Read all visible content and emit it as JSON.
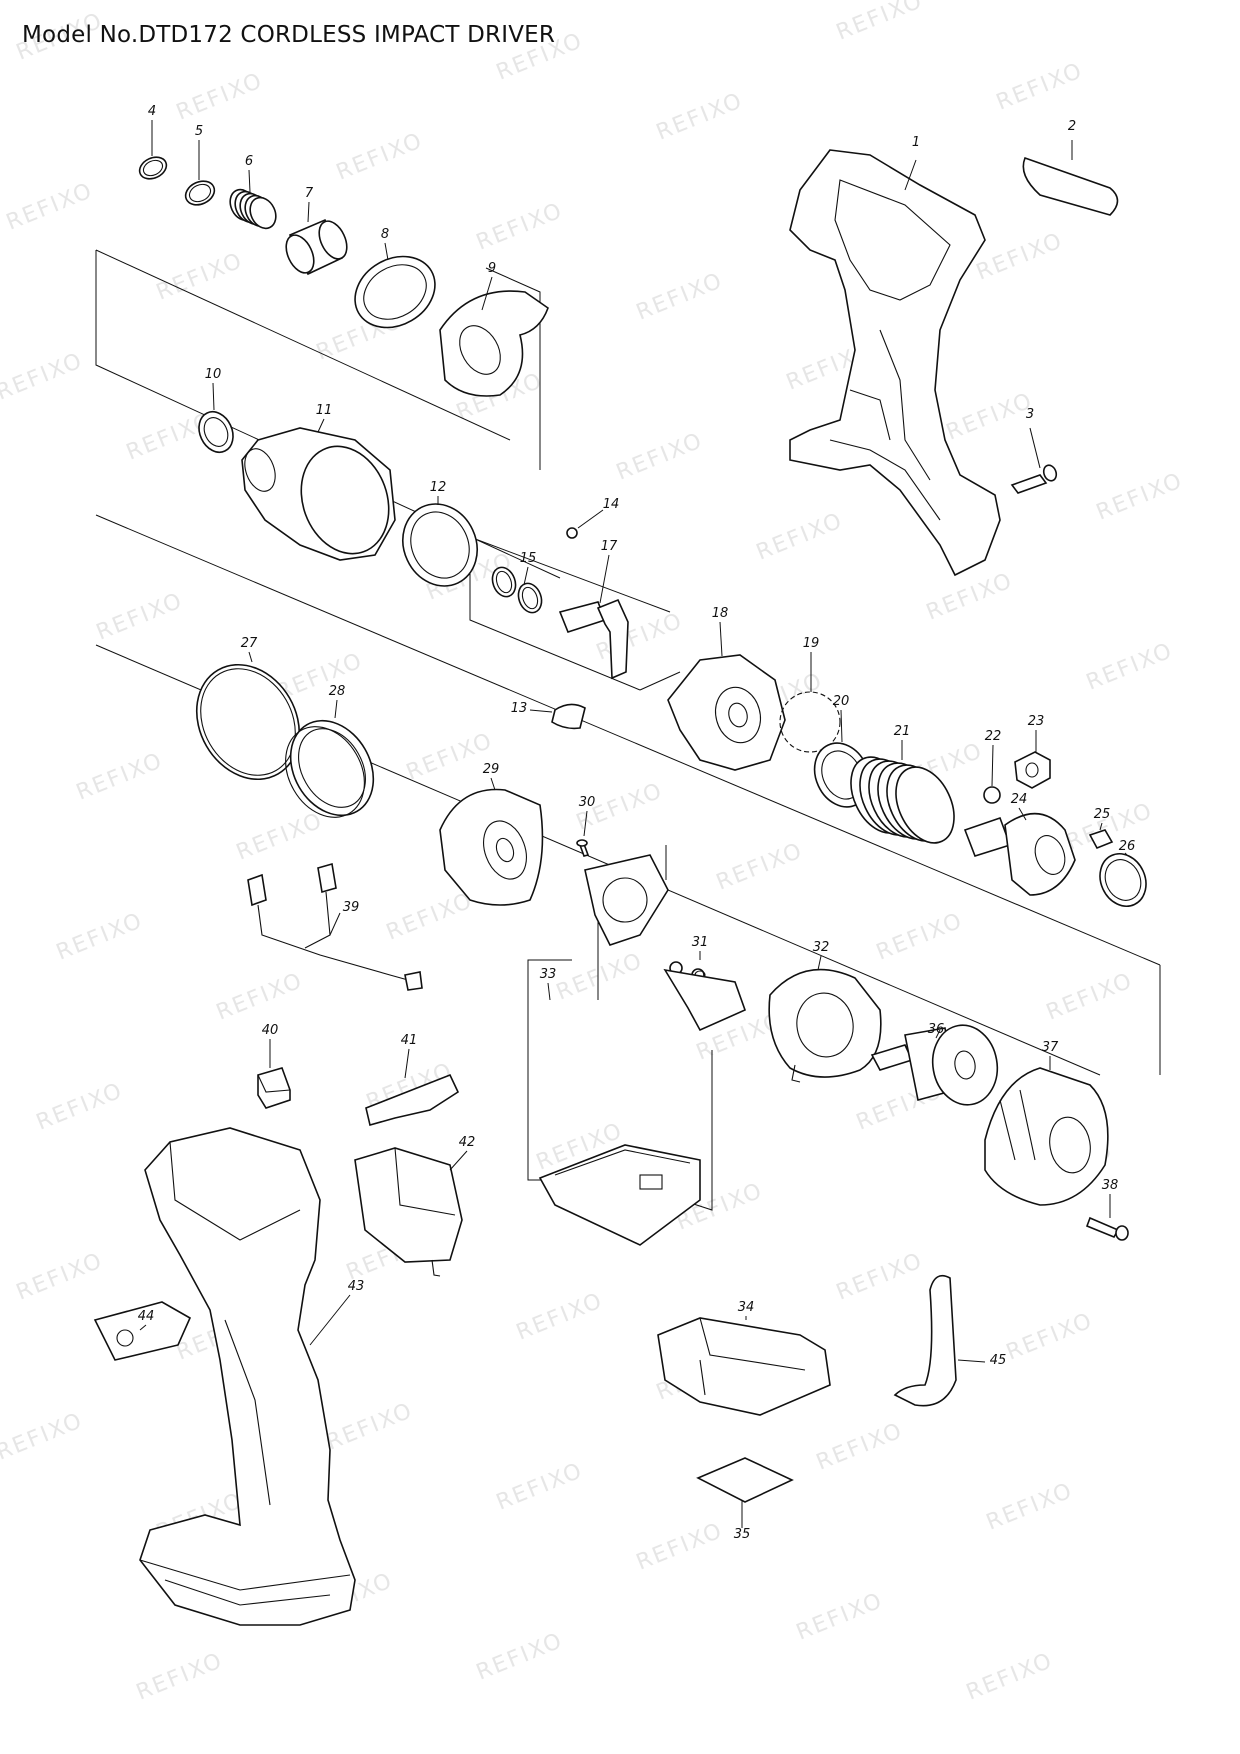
{
  "title": "Model No.DTD172 CORDLESS IMPACT DRIVER",
  "watermark": "REFIXO",
  "parts": [
    {
      "n": "1"
    },
    {
      "n": "2"
    },
    {
      "n": "3"
    },
    {
      "n": "4"
    },
    {
      "n": "5"
    },
    {
      "n": "6"
    },
    {
      "n": "7"
    },
    {
      "n": "8"
    },
    {
      "n": "9"
    },
    {
      "n": "10"
    },
    {
      "n": "11"
    },
    {
      "n": "12"
    },
    {
      "n": "13"
    },
    {
      "n": "14"
    },
    {
      "n": "15"
    },
    {
      "n": "17"
    },
    {
      "n": "18"
    },
    {
      "n": "19"
    },
    {
      "n": "20"
    },
    {
      "n": "21"
    },
    {
      "n": "22"
    },
    {
      "n": "23"
    },
    {
      "n": "24"
    },
    {
      "n": "25"
    },
    {
      "n": "26"
    },
    {
      "n": "27"
    },
    {
      "n": "28"
    },
    {
      "n": "29"
    },
    {
      "n": "30"
    },
    {
      "n": "31"
    },
    {
      "n": "32"
    },
    {
      "n": "33"
    },
    {
      "n": "34"
    },
    {
      "n": "35"
    },
    {
      "n": "36"
    },
    {
      "n": "37"
    },
    {
      "n": "38"
    },
    {
      "n": "39"
    },
    {
      "n": "40"
    },
    {
      "n": "41"
    },
    {
      "n": "42"
    },
    {
      "n": "43"
    },
    {
      "n": "44"
    },
    {
      "n": "45"
    }
  ]
}
